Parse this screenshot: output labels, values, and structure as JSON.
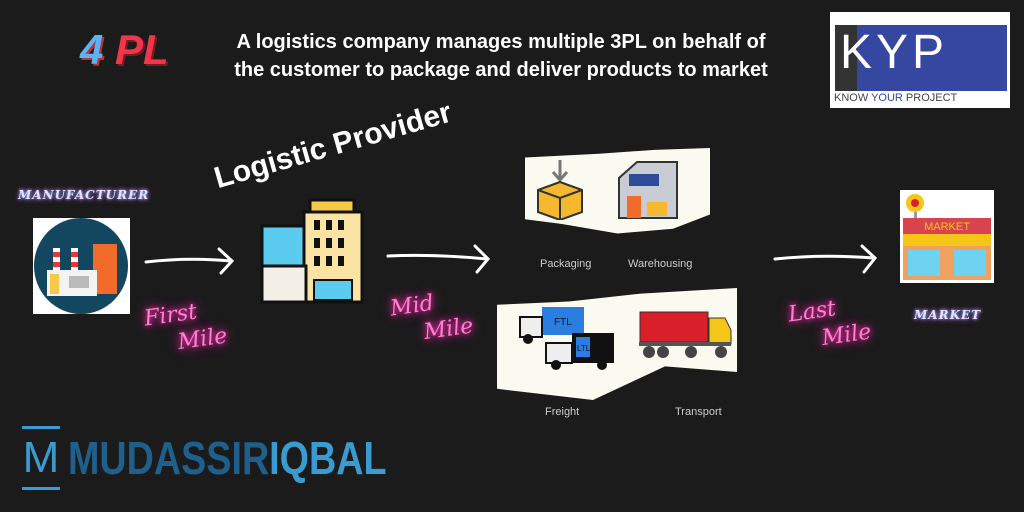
{
  "header": {
    "badge_number": "4",
    "badge_letters": "PL",
    "headline_line1": "A logistics company manages multiple 3PL on behalf of",
    "headline_line2": "the customer to package and deliver products to market"
  },
  "kyp_logo": {
    "letters": "KYP",
    "tagline_a": "KNOW ",
    "tagline_b": "YOUR",
    "tagline_c": " PROJECT"
  },
  "provider_title": "Logistic Provider",
  "nodes": {
    "manufacturer": "MANUFACTURER",
    "market": "MARKET",
    "market_sign": "MARKET"
  },
  "miles": {
    "first": [
      "First",
      "Mile"
    ],
    "mid": [
      "Mid",
      "Mile"
    ],
    "last": [
      "Last",
      "Mile"
    ]
  },
  "services": {
    "packaging": "Packaging",
    "warehousing": "Warehousing",
    "freight": "Freight",
    "transport": "Transport",
    "truck_ftl": "FTL",
    "truck_ltl": "LTL"
  },
  "brand": {
    "mark": "M",
    "name_a": "MUDASSIR",
    "name_b": "IQBAL"
  },
  "colors": {
    "background": "#1b1b1b",
    "blue": "#5bb4f0",
    "red": "#f0364a",
    "neon_pink": "#ff2ab0",
    "kyp_blue": "#3547a0"
  }
}
